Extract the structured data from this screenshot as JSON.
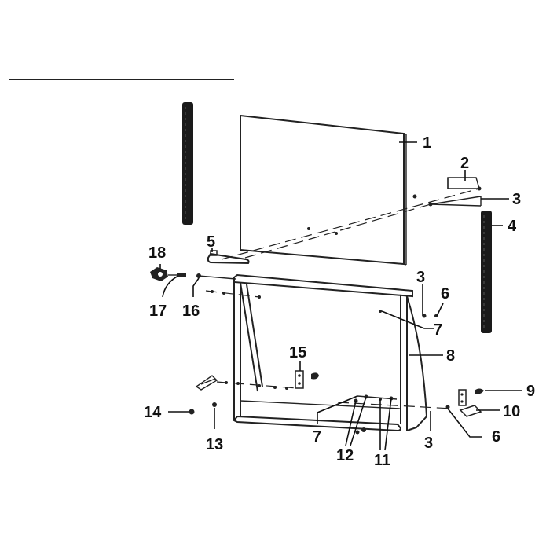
{
  "diagram": {
    "colors": {
      "ink": "#222222",
      "background": "#ffffff"
    },
    "callouts": {
      "c1": "1",
      "c2": "2",
      "c3a": "3",
      "c4": "4",
      "c5": "5",
      "c3b": "3",
      "c6a": "6",
      "c7a": "7",
      "c8": "8",
      "c18": "18",
      "c17": "17",
      "c16": "16",
      "c15": "15",
      "c9": "9",
      "c10": "10",
      "c14": "14",
      "c13": "13",
      "c7b": "7",
      "c12": "12",
      "c11": "11",
      "c3c": "3",
      "c6b": "6"
    }
  }
}
